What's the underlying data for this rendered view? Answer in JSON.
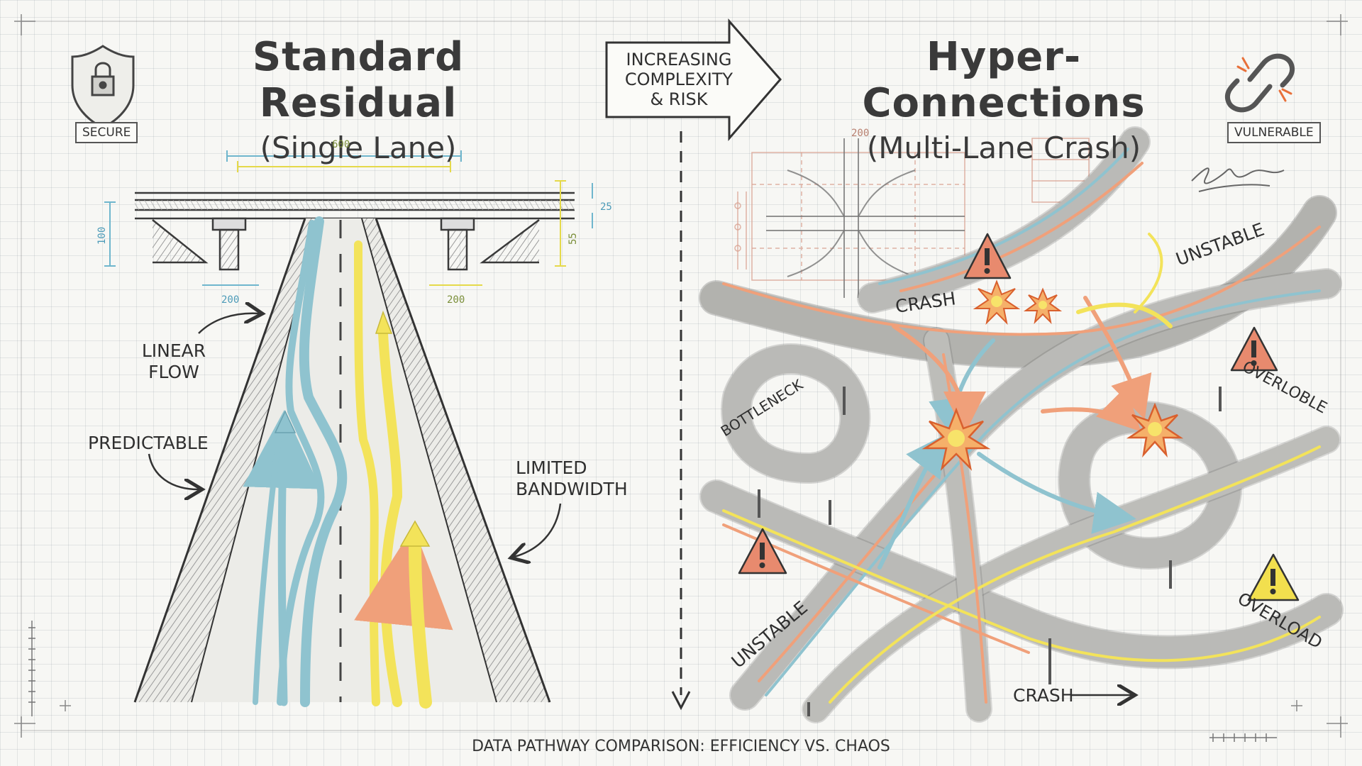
{
  "left": {
    "title": "Standard Residual",
    "subtitle": "(Single Lane)",
    "badge": "SECURE",
    "labels": {
      "linear_flow": [
        "LINEAR",
        "FLOW"
      ],
      "predictable": "PREDICTABLE",
      "limited_bandwidth": [
        "LIMITED",
        "BANDWIDTH"
      ]
    },
    "dimensions": {
      "span": "600",
      "height": "100",
      "deck": "25",
      "pier_height": "55",
      "left_pier": "200",
      "right_pier": "200"
    },
    "icon": "shield-lock-icon"
  },
  "center": {
    "arrow_text": [
      "INCREASING",
      "COMPLEXITY",
      "& RISK"
    ]
  },
  "right": {
    "title": "Hyper-Connections",
    "subtitle": "(Multi-Lane Crash)",
    "badge": "VULNERABLE",
    "labels": {
      "unstable_top": "UNSTABLE",
      "crash_top": "CRASH",
      "bottleneck": "BOTTLENECK",
      "overloble": "OVERLOBLE",
      "unstable_bottom": "UNSTABLE",
      "overload": "OVERLOAD",
      "crash_bottom": "CRASH"
    },
    "sketch_dim": "200",
    "icon": "broken-chain-icon"
  },
  "footer": "DATA PATHWAY COMPARISON: EFFICIENCY VS. CHAOS",
  "colors": {
    "blue": "#8fc3cf",
    "yellow": "#f3e35a",
    "orange": "#f0a07a",
    "pencil": "#3a3a3a",
    "warning_red": "#e88a6e",
    "warning_yellow": "#f2df4e"
  }
}
